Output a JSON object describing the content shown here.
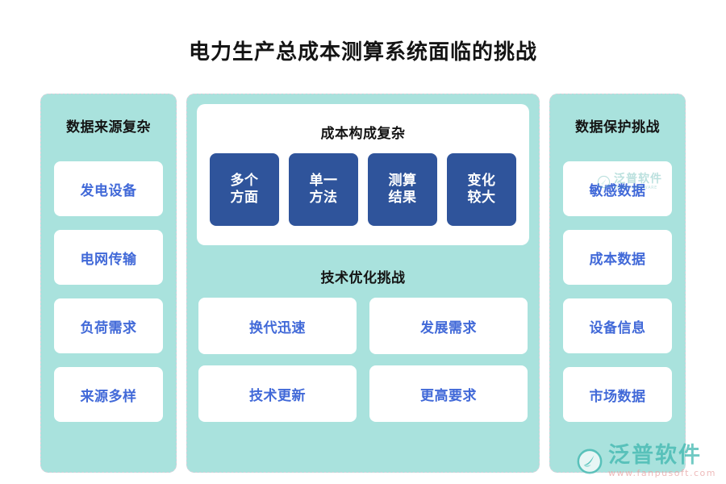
{
  "page": {
    "title": "电力生产总成本测算系统面临的挑战",
    "colors": {
      "panel_bg": "#a9e2dd",
      "panel_border": "#d6cfd8",
      "card_bg": "#ffffff",
      "card_text": "#4169d8",
      "chip_bg": "#2f549b",
      "chip_text": "#ffffff",
      "header_text": "#141414",
      "page_bg": "#ffffff"
    }
  },
  "left_panel": {
    "header": "数据来源复杂",
    "cards": [
      {
        "label": "发电设备"
      },
      {
        "label": "电网传输"
      },
      {
        "label": "负荷需求"
      },
      {
        "label": "来源多样"
      }
    ]
  },
  "center_panel": {
    "cost_section": {
      "header": "成本构成复杂",
      "chips": [
        {
          "line1": "多个",
          "line2": "方面"
        },
        {
          "line1": "单一",
          "line2": "方法"
        },
        {
          "line1": "测算",
          "line2": "结果"
        },
        {
          "line1": "变化",
          "line2": "较大"
        }
      ]
    },
    "tech_section": {
      "header": "技术优化挑战",
      "cards": [
        {
          "label": "换代迅速"
        },
        {
          "label": "发展需求"
        },
        {
          "label": "技术更新"
        },
        {
          "label": "更高要求"
        }
      ]
    }
  },
  "right_panel": {
    "header": "数据保护挑战",
    "cards": [
      {
        "label": "敏感数据"
      },
      {
        "label": "成本数据"
      },
      {
        "label": "设备信息"
      },
      {
        "label": "市场数据"
      }
    ]
  },
  "watermarks": {
    "small": {
      "cn": "泛普软件",
      "en": "FANPU SOFTWARE"
    },
    "large": {
      "cn": "泛普软件",
      "en": "www.fanpusoft.com"
    }
  }
}
